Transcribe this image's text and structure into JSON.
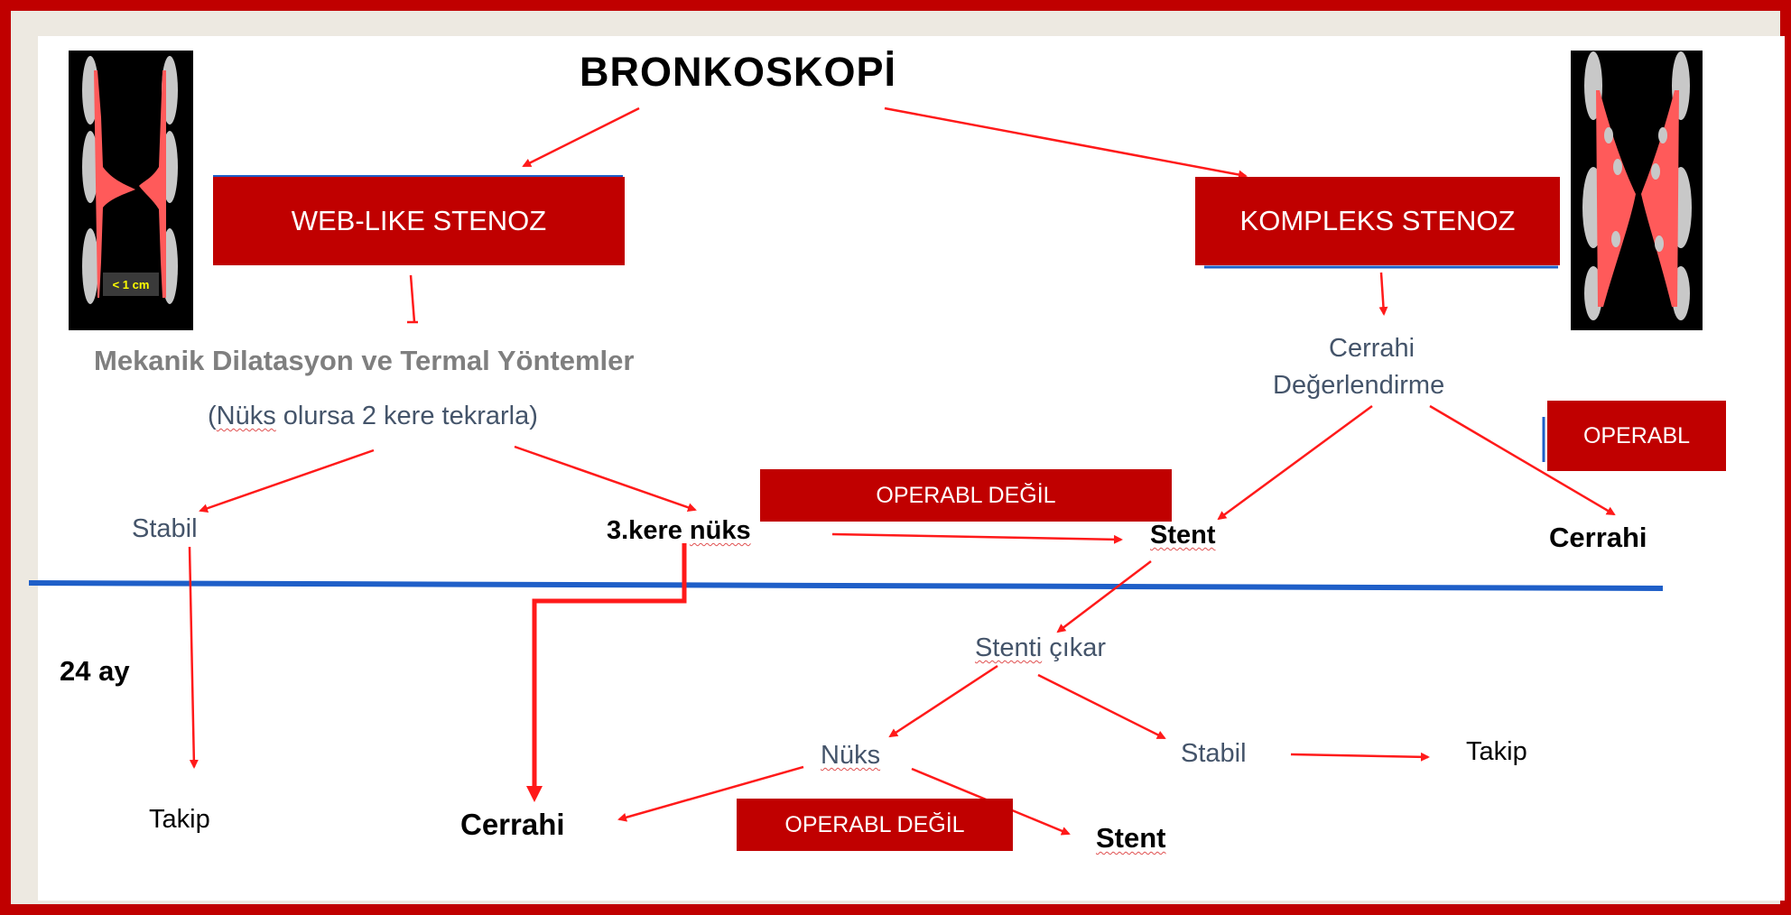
{
  "title": "BRONKOSKOPİ",
  "left_branch": {
    "box_label": "WEB-LIKE STENOZ",
    "method": "Mekanik Dilatasyon ve Termal Yöntemler",
    "note_prefix": "(",
    "note_word": "Nüks",
    "note_rest": " olursa 2 kere tekrarla)",
    "stable_label": "Stabil",
    "relapse_prefix": "3.kere ",
    "relapse_word": "nüks",
    "follow_label": "Takip",
    "surgery_label": "Cerrahi",
    "image_tag": "< 1 cm"
  },
  "right_branch": {
    "box_label": "KOMPLEKS STENOZ",
    "evaluation_line1": "Cerrahi",
    "evaluation_line2": "Değerlendirme",
    "operable_box": "OPERABL",
    "surgery_label": "Cerrahi"
  },
  "middle": {
    "not_operable_box_1": "OPERABL DEĞİL",
    "stent_label": "Stent",
    "remove_stent_word": "Stenti",
    "remove_stent_rest": " çıkar",
    "relapse_label": "Nüks",
    "stable_label": "Stabil",
    "follow_label": "Takip",
    "surgery_label": "Cerrahi",
    "not_operable_box_2": "OPERABL DEĞİL",
    "stent_label_2": "Stent"
  },
  "timeline_label": "24 ay",
  "colors": {
    "frame": "#c00000",
    "box": "#c00000",
    "arrow": "#ff0000",
    "timeline": "#1f5fc8",
    "stenosis_tissue": "#ff5a5a",
    "cartilage": "#c8c8c8"
  }
}
